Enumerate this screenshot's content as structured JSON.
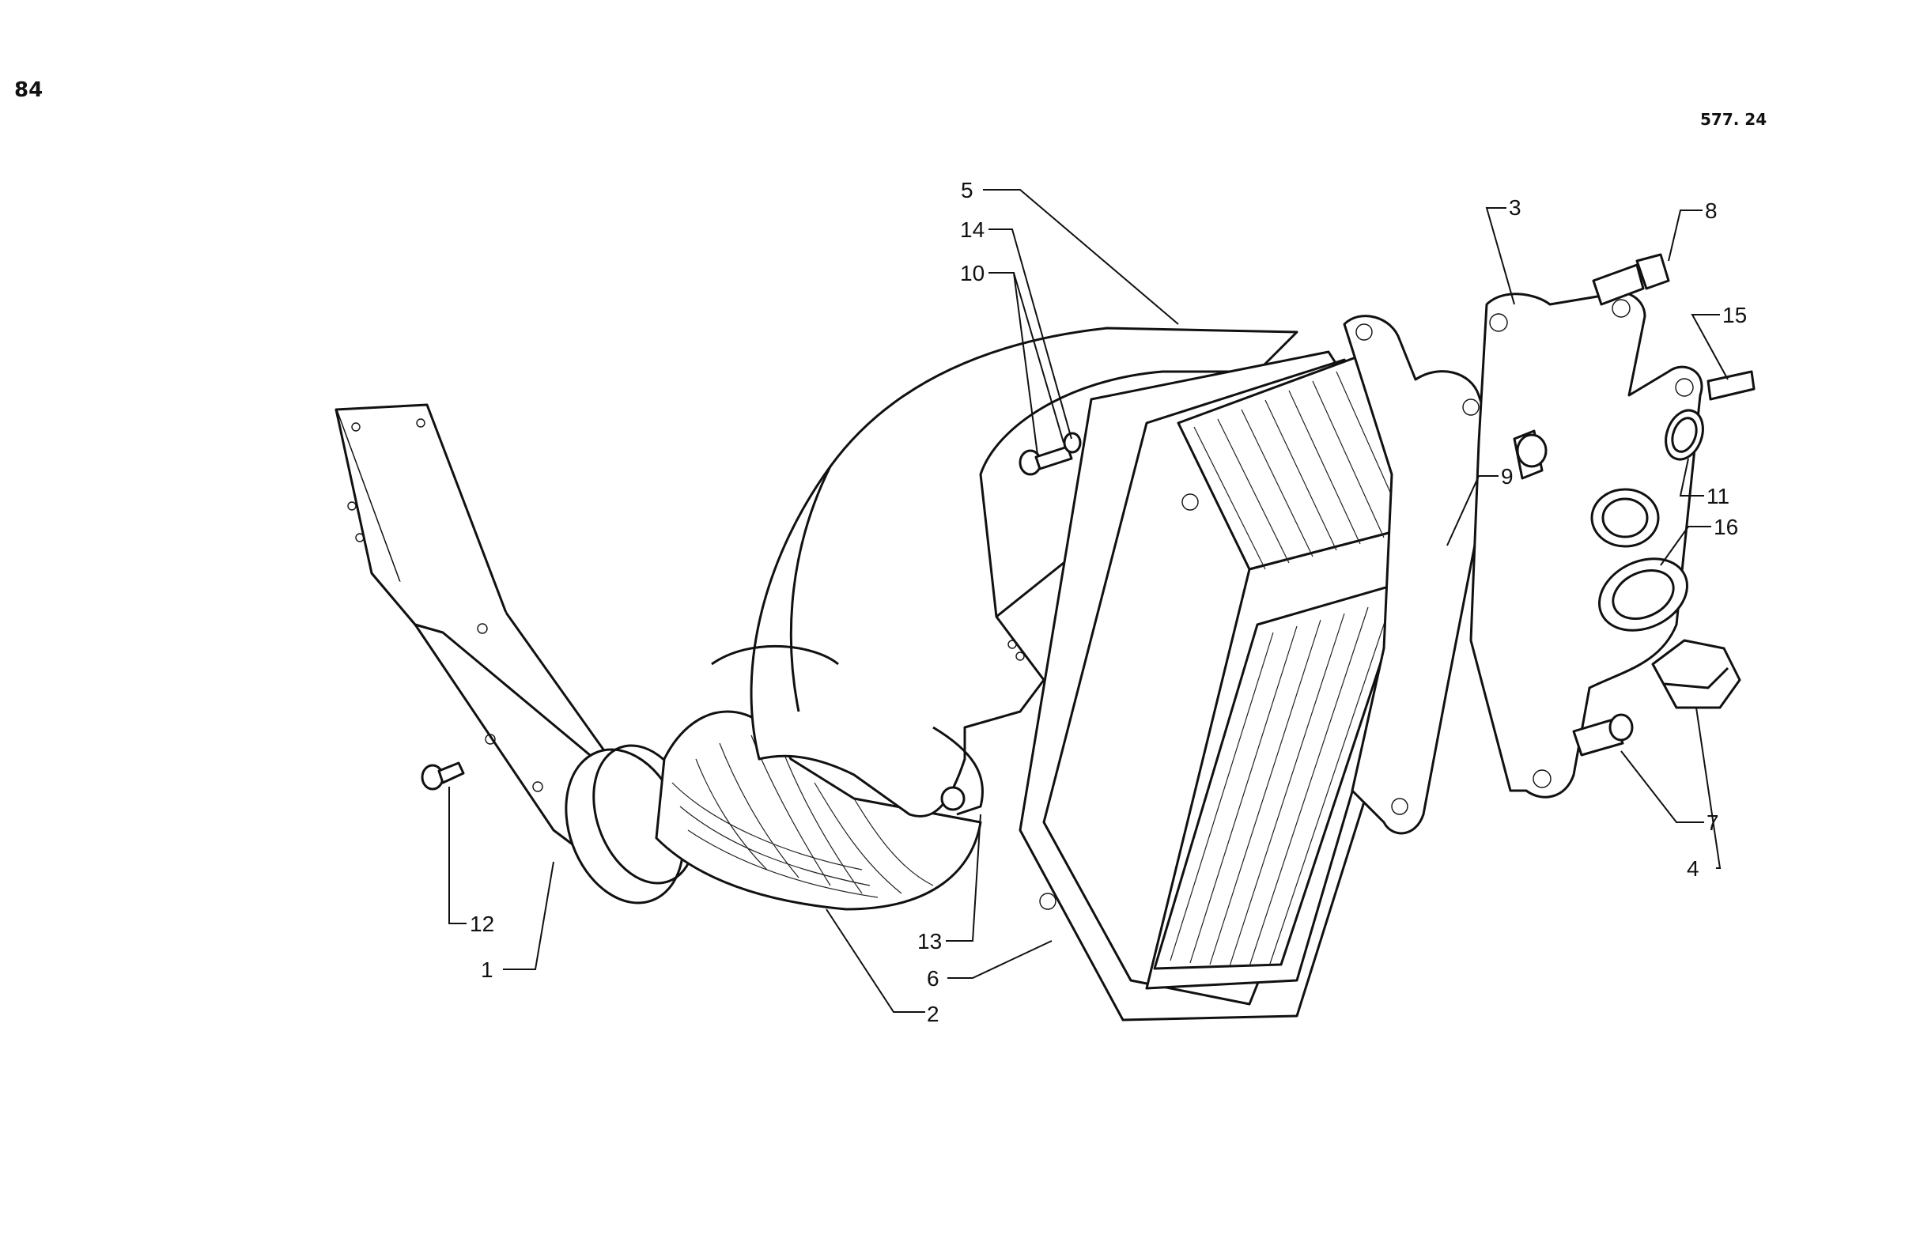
{
  "page": {
    "number": "84",
    "figure_ref": "577. 24"
  },
  "colors": {
    "ink": "#111111",
    "paper": "#ffffff"
  },
  "callouts": [
    {
      "id": "c1",
      "label": "1"
    },
    {
      "id": "c2",
      "label": "2"
    },
    {
      "id": "c3",
      "label": "3"
    },
    {
      "id": "c4",
      "label": "4"
    },
    {
      "id": "c5",
      "label": "5"
    },
    {
      "id": "c6",
      "label": "6"
    },
    {
      "id": "c7",
      "label": "7"
    },
    {
      "id": "c8",
      "label": "8"
    },
    {
      "id": "c9",
      "label": "9"
    },
    {
      "id": "c10",
      "label": "10"
    },
    {
      "id": "c11",
      "label": "11"
    },
    {
      "id": "c12",
      "label": "12"
    },
    {
      "id": "c13",
      "label": "13"
    },
    {
      "id": "c14",
      "label": "14"
    },
    {
      "id": "c15",
      "label": "15"
    },
    {
      "id": "c16",
      "label": "16"
    }
  ]
}
